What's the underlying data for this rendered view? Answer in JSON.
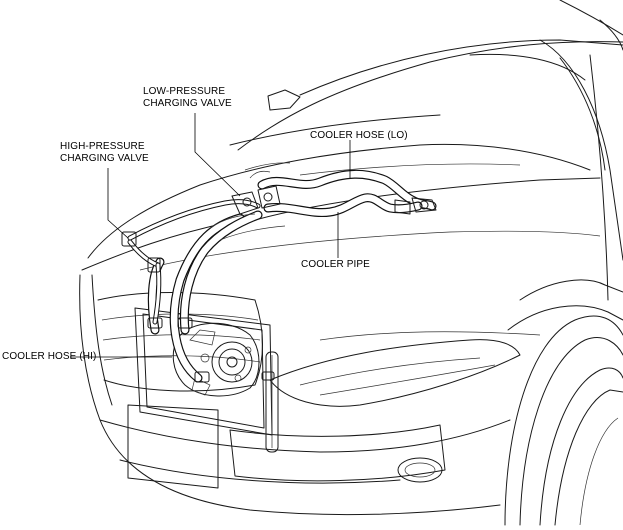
{
  "labels": {
    "low_pressure_valve": "LOW-PRESSURE\nCHARGING VALVE",
    "high_pressure_valve": "HIGH-PRESSURE\nCHARGING VALVE",
    "cooler_hose_lo": "COOLER HOSE (LO)",
    "cooler_pipe": "COOLER PIPE",
    "cooler_hose_hi": "COOLER HOSE (HI)"
  },
  "colors": {
    "line": "#111111",
    "background": "#ffffff"
  }
}
